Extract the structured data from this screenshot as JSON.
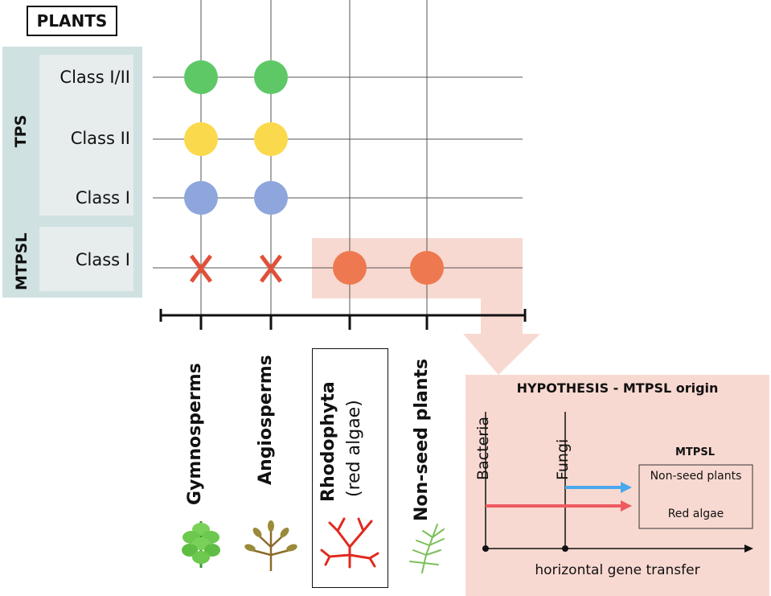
{
  "header": {
    "label": "PLANTS"
  },
  "families": [
    {
      "name": "TPS",
      "classes": [
        "Class I/II",
        "Class II",
        "Class I"
      ]
    },
    {
      "name": "MTPSL",
      "classes": [
        "Class I"
      ]
    }
  ],
  "groups": [
    {
      "name": "Gymnosperms",
      "sub": ""
    },
    {
      "name": "Angiosperms",
      "sub": ""
    },
    {
      "name": "Rhodophyta",
      "sub": "(red algae)"
    },
    {
      "name": "Non-seed plants",
      "sub": ""
    }
  ],
  "matrix": {
    "rows": [
      "Class I/II",
      "Class II",
      "Class I",
      "MTPSL Class I"
    ],
    "cells": [
      [
        "green",
        "green",
        "",
        ""
      ],
      [
        "yellow",
        "yellow",
        "",
        ""
      ],
      [
        "blue",
        "blue",
        "",
        ""
      ],
      [
        "x",
        "x",
        "orange",
        "orange"
      ]
    ]
  },
  "colors": {
    "green": "#5fc866",
    "yellow": "#fbd94c",
    "blue": "#8ea6dc",
    "orange": "#ee7950",
    "x": "#e0503a",
    "panel": "#cfe1e1",
    "highlight": "#f8d9d1"
  },
  "hypothesis": {
    "title": "HYPOTHESIS - MTPSL origin",
    "sources": [
      "Bacteria",
      "Fungi"
    ],
    "target_title": "MTPSL",
    "targets": [
      "Non-seed plants",
      "Red algae"
    ],
    "axis_label": "horizontal gene transfer",
    "arrow_colors": {
      "fungi": "#4aa8ee",
      "bacteria": "#ee5a60"
    }
  },
  "icons": [
    "pinecone-icon",
    "flower-branch-icon",
    "red-algae-icon",
    "moss-icon"
  ]
}
